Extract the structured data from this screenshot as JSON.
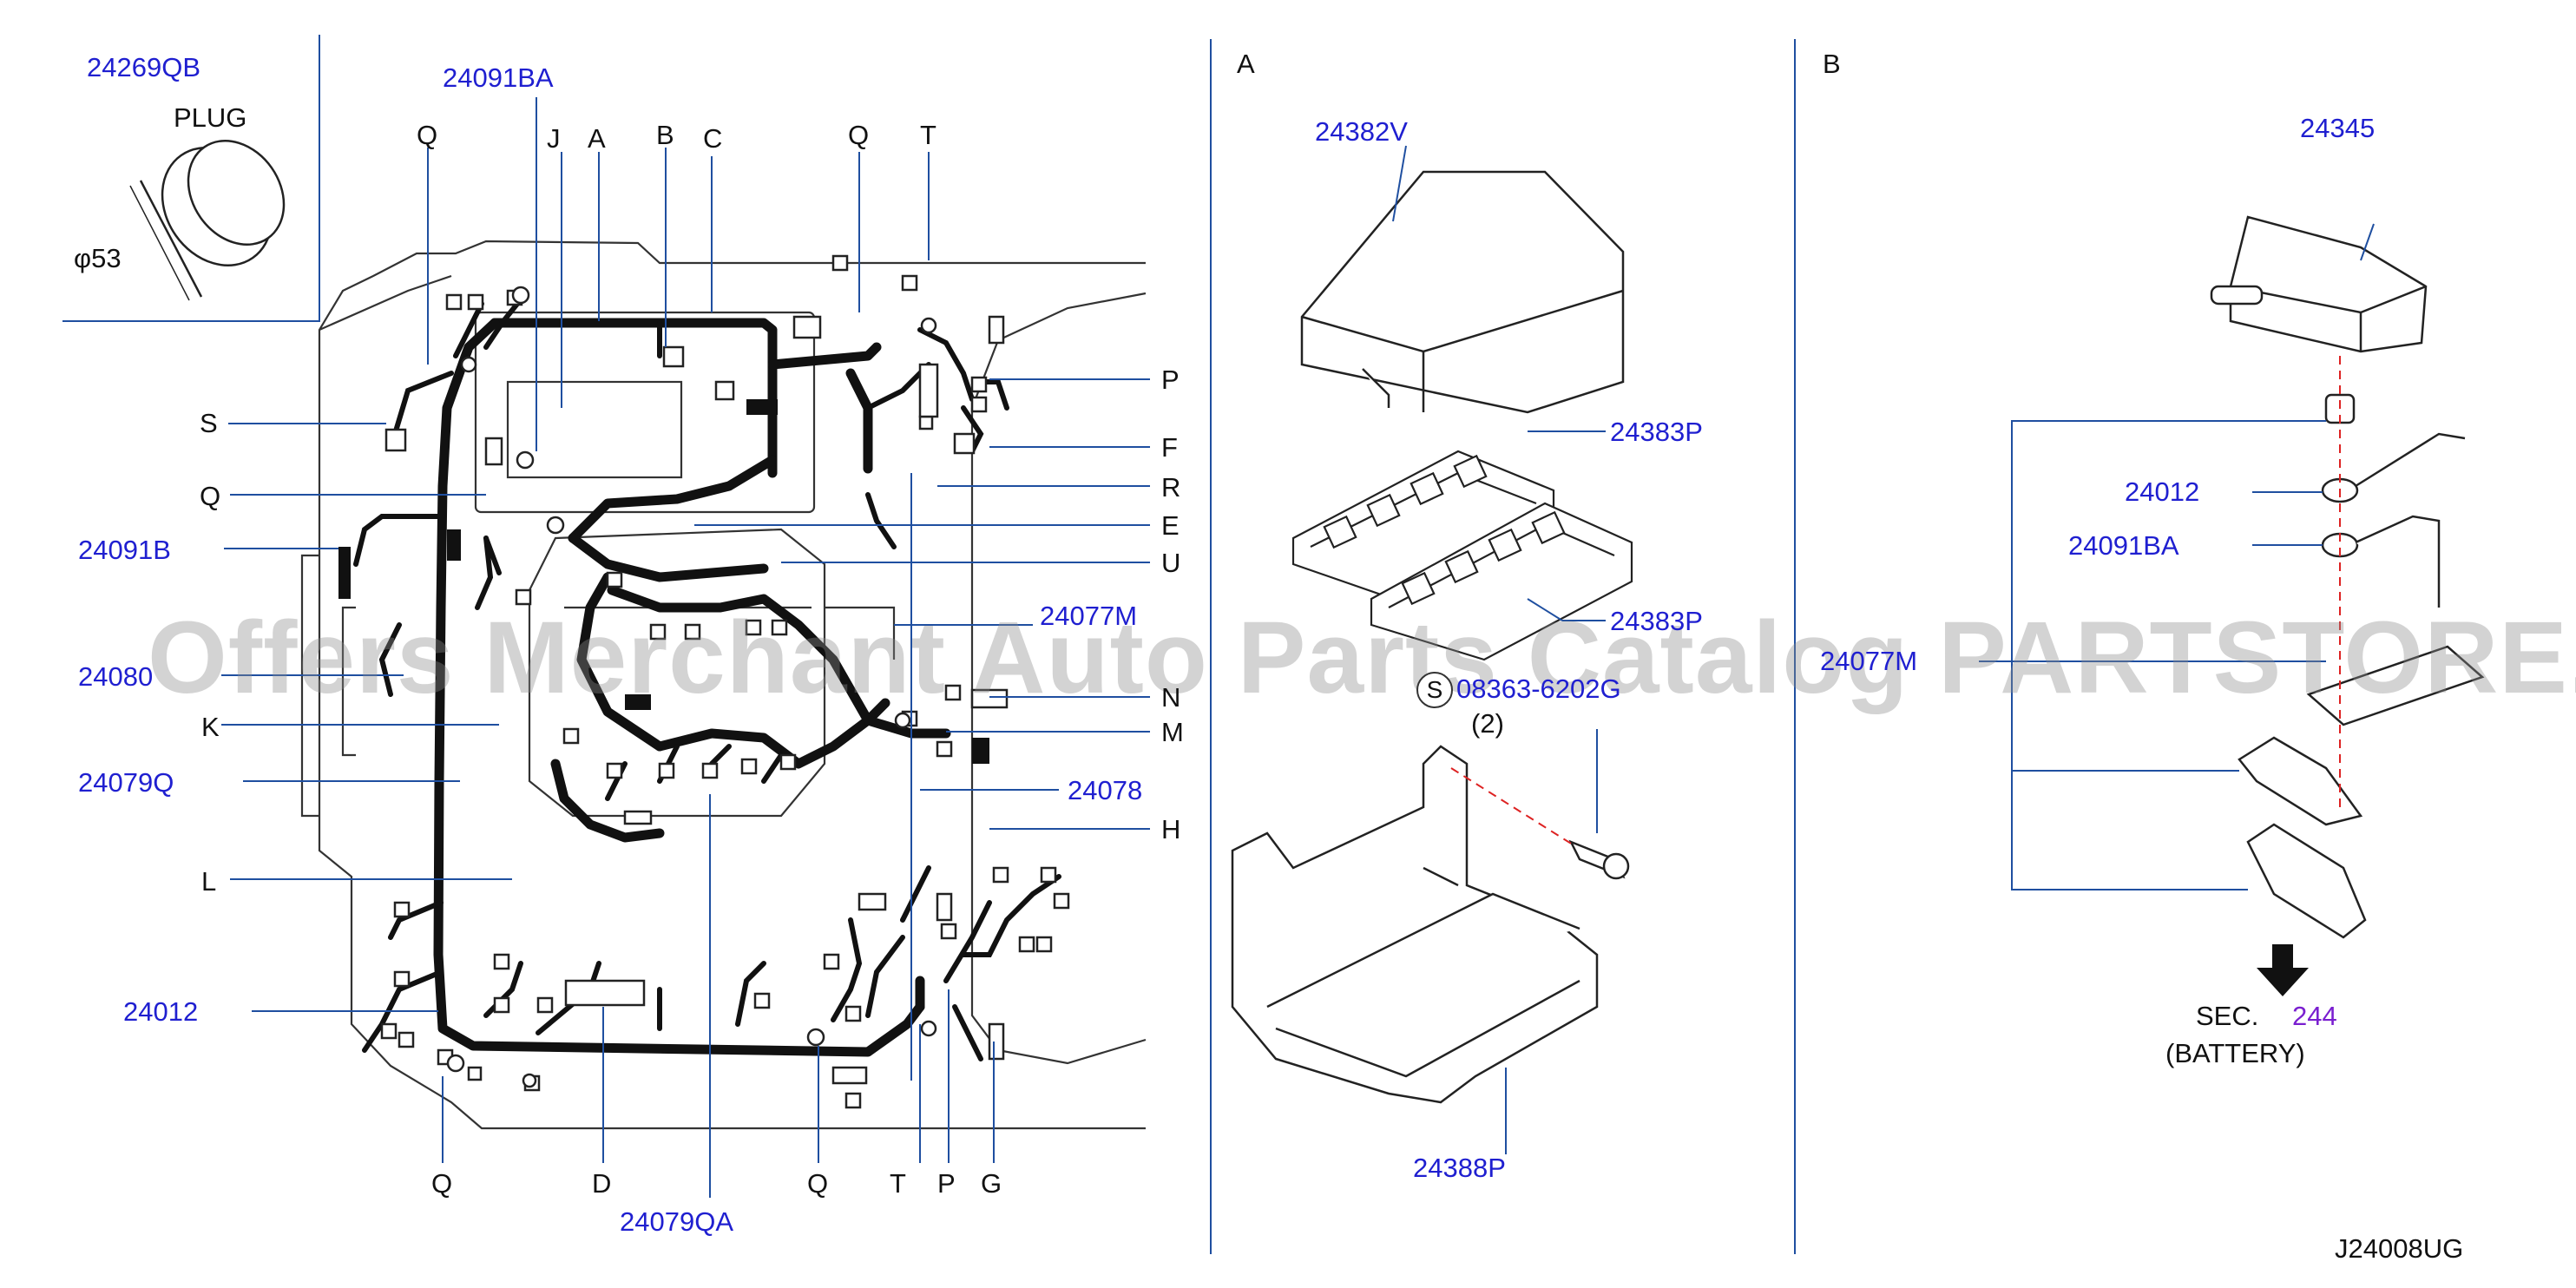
{
  "section_letters": {
    "a": "A",
    "b": "B"
  },
  "plug": {
    "part": "24269QB",
    "label": "PLUG",
    "diameter": "φ53"
  },
  "main_panel": {
    "part_24091BA_top": "24091BA",
    "part_24091B": "24091B",
    "part_24080": "24080",
    "part_24079Q": "24079Q",
    "part_24012": "24012",
    "part_24077M": "24077M",
    "part_24078": "24078",
    "part_24079QA": "24079QA",
    "letters": {
      "Q1": "Q",
      "J": "J",
      "A": "A",
      "B": "B",
      "C": "C",
      "Q2": "Q",
      "T1": "T",
      "S": "S",
      "Q3": "Q",
      "K": "K",
      "L": "L",
      "P1": "P",
      "F": "F",
      "R": "R",
      "E": "E",
      "U": "U",
      "N": "N",
      "M": "M",
      "H": "H",
      "Q4": "Q",
      "D": "D",
      "Q5": "Q",
      "T2": "T",
      "P2": "P",
      "G": "G"
    }
  },
  "panel_a": {
    "part_24382V": "24382V",
    "part_24383P_1": "24383P",
    "part_24383P_2": "24383P",
    "screw_symbol": "S",
    "screw_part": "08363-6202G",
    "screw_qty": "(2)",
    "part_24388P": "24388P"
  },
  "panel_b": {
    "part_24345": "24345",
    "part_24012": "24012",
    "part_24091BA": "24091BA",
    "part_24077M": "24077M",
    "sec_prefix": "SEC.",
    "sec_number": "244",
    "sec_caption": "(BATTERY)"
  },
  "diagram_code": "J24008UG",
  "watermark": "Offers Merchant Auto Parts Catalog PARTSTORE.SA",
  "colors": {
    "part_number": "#1f1fd0",
    "sec_link": "#7a1fd0",
    "line_art": "#222222",
    "leader": "#1f4fa0"
  }
}
